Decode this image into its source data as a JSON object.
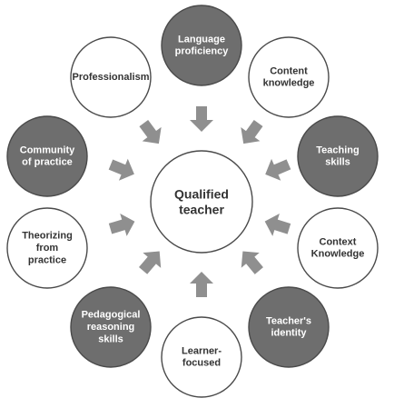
{
  "colors": {
    "dark_fill": "#6e6e6e",
    "light_fill": "#ffffff",
    "circle_stroke": "#4a4a4a",
    "dark_text": "#ffffff",
    "light_text": "#333333",
    "arrow": "#8f8f8f"
  },
  "center": {
    "lines": [
      "Qualified",
      "teacher"
    ]
  },
  "nodes": [
    {
      "id": "language-proficiency",
      "lines": [
        "Language",
        "proficiency"
      ],
      "tone": "dark"
    },
    {
      "id": "content-knowledge",
      "lines": [
        "Content",
        "knowledge"
      ],
      "tone": "light"
    },
    {
      "id": "teaching-skills",
      "lines": [
        "Teaching",
        "skills"
      ],
      "tone": "dark"
    },
    {
      "id": "context-knowledge",
      "lines": [
        "Context",
        "Knowledge"
      ],
      "tone": "light"
    },
    {
      "id": "teachers-identity",
      "lines": [
        "Teacher's",
        "identity"
      ],
      "tone": "dark"
    },
    {
      "id": "learner-focused",
      "lines": [
        "Learner-",
        "focused"
      ],
      "tone": "light"
    },
    {
      "id": "pedagogical-reasoning-skills",
      "lines": [
        "Pedagogical",
        "reasoning",
        "skills"
      ],
      "tone": "dark"
    },
    {
      "id": "theorizing-from-practice",
      "lines": [
        "Theorizing",
        "from",
        "practice"
      ],
      "tone": "light"
    },
    {
      "id": "community-of-practice",
      "lines": [
        "Community",
        "of practice"
      ],
      "tone": "dark"
    },
    {
      "id": "professionalism",
      "lines": [
        "Professionalism"
      ],
      "tone": "light"
    }
  ]
}
